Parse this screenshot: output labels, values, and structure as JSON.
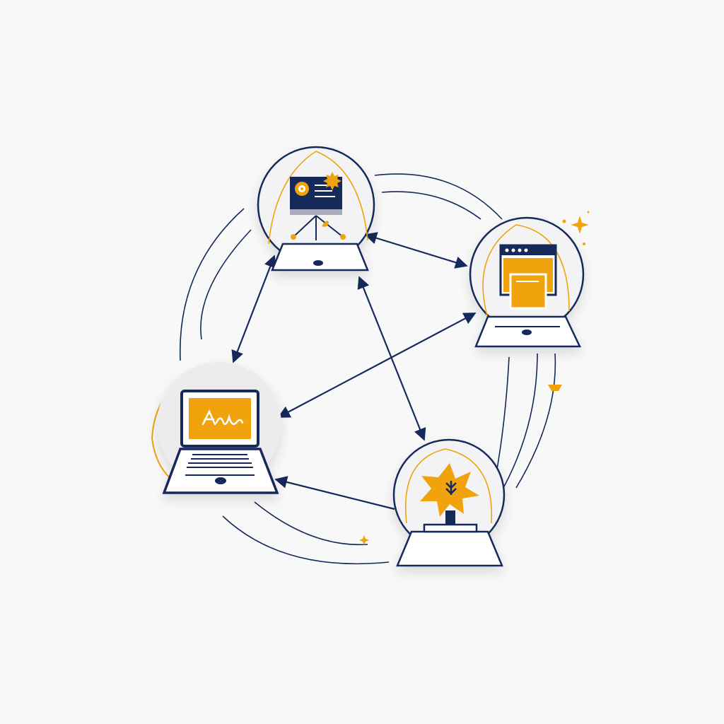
{
  "colors": {
    "background": "#f8f8f9",
    "navy": "#15295a",
    "accent": "#f0a30a",
    "node_fill": "#f3f3f5"
  },
  "nodes": [
    {
      "id": "presentation",
      "icon": "presentation-board-icon"
    },
    {
      "id": "browser",
      "icon": "browser-windows-icon"
    },
    {
      "id": "laptop",
      "icon": "laptop-signature-icon"
    },
    {
      "id": "award",
      "icon": "starburst-plant-icon"
    }
  ],
  "connections": [
    {
      "from": "presentation",
      "to": "laptop",
      "direction": "both"
    },
    {
      "from": "presentation",
      "to": "browser",
      "direction": "both"
    },
    {
      "from": "presentation",
      "to": "award",
      "direction": "both"
    },
    {
      "from": "browser",
      "to": "laptop",
      "direction": "both"
    },
    {
      "from": "award",
      "to": "laptop",
      "direction": "one-way"
    }
  ]
}
